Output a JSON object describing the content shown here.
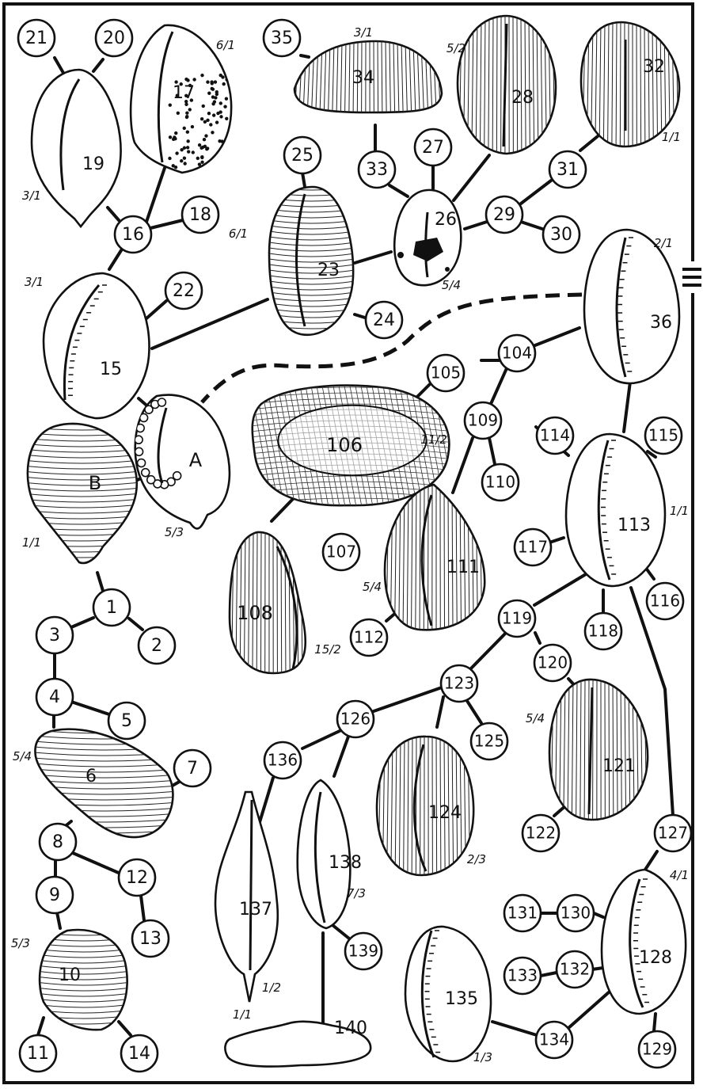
{
  "nodes": [
    {
      "id": "n1",
      "label": "1"
    },
    {
      "id": "n2",
      "label": "2"
    },
    {
      "id": "n3",
      "label": "3"
    },
    {
      "id": "n4",
      "label": "4"
    },
    {
      "id": "n5",
      "label": "5"
    },
    {
      "id": "n7",
      "label": "7"
    },
    {
      "id": "n8",
      "label": "8"
    },
    {
      "id": "n9",
      "label": "9"
    },
    {
      "id": "n11",
      "label": "11"
    },
    {
      "id": "n12",
      "label": "12"
    },
    {
      "id": "n13",
      "label": "13"
    },
    {
      "id": "n14",
      "label": "14"
    },
    {
      "id": "n16",
      "label": "16"
    },
    {
      "id": "n18",
      "label": "18"
    },
    {
      "id": "n20",
      "label": "20"
    },
    {
      "id": "n21",
      "label": "21"
    },
    {
      "id": "n22",
      "label": "22"
    },
    {
      "id": "n24",
      "label": "24"
    },
    {
      "id": "n25",
      "label": "25"
    },
    {
      "id": "n27",
      "label": "27"
    },
    {
      "id": "n29",
      "label": "29"
    },
    {
      "id": "n30",
      "label": "30"
    },
    {
      "id": "n31",
      "label": "31"
    },
    {
      "id": "n33",
      "label": "33"
    },
    {
      "id": "n35",
      "label": "35"
    },
    {
      "id": "n104",
      "label": "104"
    },
    {
      "id": "n105",
      "label": "105"
    },
    {
      "id": "n107",
      "label": "107"
    },
    {
      "id": "n109",
      "label": "109"
    },
    {
      "id": "n110",
      "label": "110"
    },
    {
      "id": "n112",
      "label": "112"
    },
    {
      "id": "n114",
      "label": "114"
    },
    {
      "id": "n115",
      "label": "115"
    },
    {
      "id": "n116",
      "label": "116"
    },
    {
      "id": "n117",
      "label": "117"
    },
    {
      "id": "n118",
      "label": "118"
    },
    {
      "id": "n119",
      "label": "119"
    },
    {
      "id": "n120",
      "label": "120"
    },
    {
      "id": "n122",
      "label": "122"
    },
    {
      "id": "n123",
      "label": "123"
    },
    {
      "id": "n125",
      "label": "125"
    },
    {
      "id": "n126",
      "label": "126"
    },
    {
      "id": "n127",
      "label": "127"
    },
    {
      "id": "n129",
      "label": "129"
    },
    {
      "id": "n130",
      "label": "130"
    },
    {
      "id": "n131",
      "label": "131"
    },
    {
      "id": "n132",
      "label": "132"
    },
    {
      "id": "n133",
      "label": "133"
    },
    {
      "id": "n134",
      "label": "134"
    },
    {
      "id": "n136",
      "label": "136"
    },
    {
      "id": "n139",
      "label": "139"
    }
  ],
  "shells": [
    {
      "id": "s6",
      "label": "6"
    },
    {
      "id": "s10",
      "label": "10"
    },
    {
      "id": "s15",
      "label": "15"
    },
    {
      "id": "s17",
      "label": "17"
    },
    {
      "id": "s19",
      "label": "19"
    },
    {
      "id": "s23",
      "label": "23"
    },
    {
      "id": "s26",
      "label": "26"
    },
    {
      "id": "s28",
      "label": "28"
    },
    {
      "id": "s32",
      "label": "32"
    },
    {
      "id": "s34",
      "label": "34"
    },
    {
      "id": "s36",
      "label": "36"
    },
    {
      "id": "sA",
      "label": "A"
    },
    {
      "id": "sB",
      "label": "B"
    },
    {
      "id": "s106",
      "label": "106"
    },
    {
      "id": "s108",
      "label": "108"
    },
    {
      "id": "s111",
      "label": "111"
    },
    {
      "id": "s113",
      "label": "113"
    },
    {
      "id": "s121",
      "label": "121"
    },
    {
      "id": "s124",
      "label": "124"
    },
    {
      "id": "s128",
      "label": "128"
    },
    {
      "id": "s135",
      "label": "135"
    },
    {
      "id": "s137",
      "label": "137"
    },
    {
      "id": "s138",
      "label": "138"
    },
    {
      "id": "s140",
      "label": "140"
    }
  ],
  "scales": [
    {
      "id": "sc1",
      "text": "3/1"
    },
    {
      "id": "sc2",
      "text": "6/1"
    },
    {
      "id": "sc3",
      "text": "3/1"
    },
    {
      "id": "sc4",
      "text": "5/2"
    },
    {
      "id": "sc5",
      "text": "1/1"
    },
    {
      "id": "sc6",
      "text": "6/1"
    },
    {
      "id": "sc7",
      "text": "5/4"
    },
    {
      "id": "sc8",
      "text": "2/1"
    },
    {
      "id": "sc9",
      "text": "3/1"
    },
    {
      "id": "sc10",
      "text": "1/1"
    },
    {
      "id": "sc11",
      "text": "5/3"
    },
    {
      "id": "sc12",
      "text": "11/2"
    },
    {
      "id": "sc13",
      "text": "1/1"
    },
    {
      "id": "sc14",
      "text": "5/4"
    },
    {
      "id": "sc15",
      "text": "15/2"
    },
    {
      "id": "sc16",
      "text": "5/4"
    },
    {
      "id": "sc17",
      "text": "5/4"
    },
    {
      "id": "sc18",
      "text": "2/3"
    },
    {
      "id": "sc19",
      "text": "5/3"
    },
    {
      "id": "sc20",
      "text": "7/3"
    },
    {
      "id": "sc21",
      "text": "1/2"
    },
    {
      "id": "sc22",
      "text": "4/1"
    },
    {
      "id": "sc23",
      "text": "1/1"
    },
    {
      "id": "sc24",
      "text": "1/3"
    }
  ]
}
